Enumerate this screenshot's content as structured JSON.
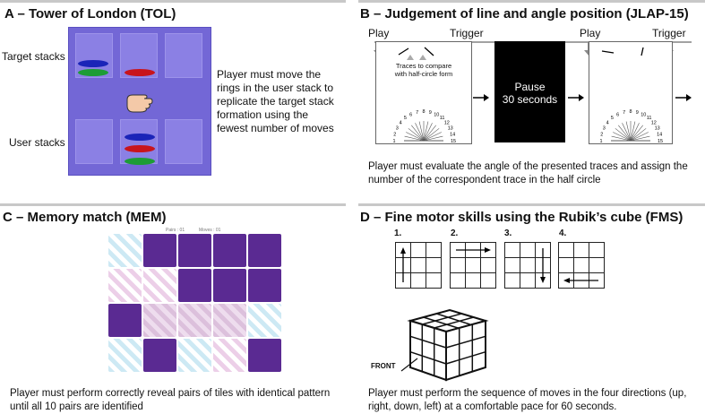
{
  "panel_a": {
    "title": "A – Tower of London (TOL)",
    "target_label": "Target stacks",
    "user_label": "User stacks",
    "description": "Player must move the rings in the user stack to replicate the target stack formation using the fewest number of moves"
  },
  "panel_b": {
    "title": "B – Judgement of line and angle position (JLAP-15)",
    "play_label_1": "Play",
    "trigger_label_1": "Trigger",
    "play_label_2": "Play",
    "trigger_label_2": "Trigger",
    "traces_note": "Traces to compare with half-circle form",
    "pause_line1": "Pause",
    "pause_line2": "30 seconds",
    "dial_numbers": [
      "1",
      "2",
      "3",
      "4",
      "5",
      "6",
      "7",
      "8",
      "9",
      "10",
      "11",
      "12",
      "13",
      "14",
      "15"
    ],
    "description": "Player must evaluate the angle of the presented traces and assign the number of the correspondent trace in the half circle"
  },
  "panel_c": {
    "title": "C – Memory match (MEM)",
    "header_left": "Pairs : 01",
    "header_right": "Moves : 01",
    "description": "Player must perform correctly reveal pairs of tiles with identical pattern until all 10 pairs are identified"
  },
  "panel_d": {
    "title": "D – Fine motor skills  using the Rubik’s cube (FMS)",
    "steps": [
      "1.",
      "2.",
      "3.",
      "4."
    ],
    "front_label": "FRONT",
    "description": "Player must perform the sequence of moves in the four directions (up, right, down, left) at a comfortable pace for 60 seconds."
  },
  "colors": {
    "tol_board": "#7367d6",
    "tile_solid": "#5a2a92",
    "tile_cyan": "#cde9f4",
    "tile_pink": "#eccfe8"
  }
}
